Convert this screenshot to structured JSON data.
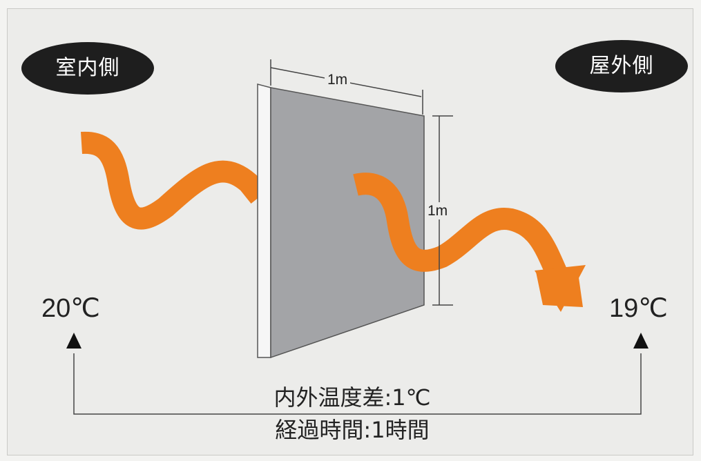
{
  "labels": {
    "indoor": "室内側",
    "outdoor": "屋外側",
    "width": "1m",
    "height": "1m",
    "indoor_temp": "20℃",
    "outdoor_temp": "19℃",
    "temp_difference": "内外温度差:1℃",
    "elapsed_time": "経過時間:1時間"
  },
  "colors": {
    "heat_arrow": "#ee7f1f",
    "wall_face": "#a3a4a7",
    "wall_edge": "#f6f6f6",
    "pill": "#1e1e1e",
    "background": "#ececea"
  }
}
